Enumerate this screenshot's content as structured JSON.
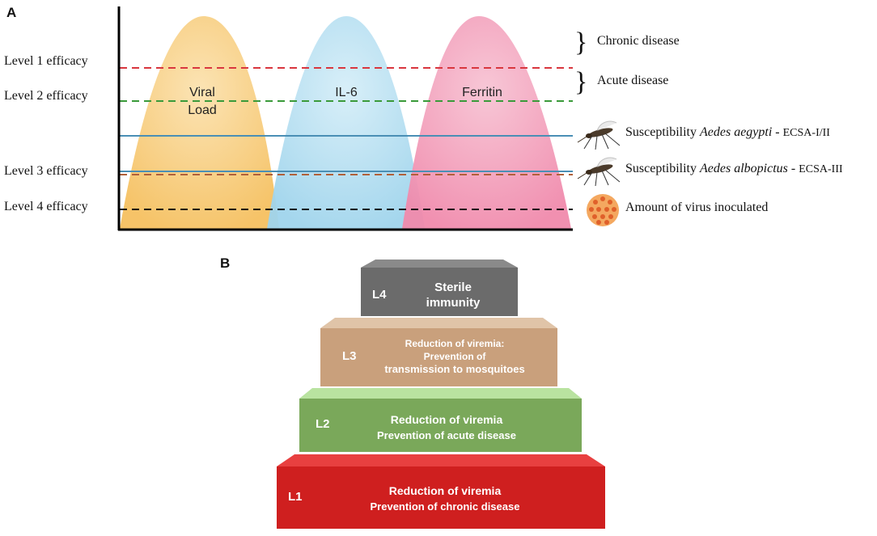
{
  "panel_a": {
    "label": "A",
    "levels": [
      {
        "label": "Level 1 efficacy",
        "color": "#d9363e"
      },
      {
        "label": "Level 2 efficacy",
        "color": "#3a9a3a"
      },
      {
        "label": "Level 3 efficacy",
        "color": "#b0603a"
      },
      {
        "label": "Level 4 efficacy",
        "color": "#111111"
      }
    ],
    "peaks": [
      {
        "label_line1": "Viral",
        "label_line2": "Load",
        "color": "#f7c56a"
      },
      {
        "label_line1": "IL-6",
        "label_line2": "",
        "color": "#a8d8ec"
      },
      {
        "label_line1": "Ferritin",
        "label_line2": "",
        "color": "#f29ab6"
      }
    ],
    "susceptibility_line_color": "#4a8fb5",
    "right": {
      "chronic": "Chronic disease",
      "acute": "Acute disease",
      "aegypti_prefix": "Susceptibility ",
      "aegypti_species": "Aedes aegypti",
      "aegypti_suffix": " - ",
      "aegypti_strain": "ECSA-I/II",
      "albopictus_prefix": "Susceptibility ",
      "albopictus_species": "Aedes albopictus",
      "albopictus_suffix": " - ",
      "albopictus_strain": "ECSA-III",
      "virus": "Amount of virus inoculated"
    },
    "icons": [
      "mosquito-icon",
      "mosquito-icon",
      "virus-particle-icon"
    ]
  },
  "panel_b": {
    "label": "B",
    "steps": [
      {
        "code": "L4",
        "line1": "Sterile",
        "line2": "immunity",
        "line3": "",
        "color": "#6b6b6b",
        "top_color": "#8a8a8a"
      },
      {
        "code": "L3",
        "line1": "Reduction of viremia:",
        "line2": "Prevention of",
        "line3": "transmission to mosquitoes",
        "color": "#c9a07c",
        "top_color": "#e0c4a8"
      },
      {
        "code": "L2",
        "line1": "Reduction of viremia",
        "line2": "Prevention of acute disease",
        "line3": "",
        "color": "#7aa85a",
        "top_color": "#b9e3a0"
      },
      {
        "code": "L1",
        "line1": "Reduction of viremia",
        "line2": "Prevention of chronic disease",
        "line3": "",
        "color": "#cf1f1f",
        "top_color": "#e84040"
      }
    ]
  }
}
